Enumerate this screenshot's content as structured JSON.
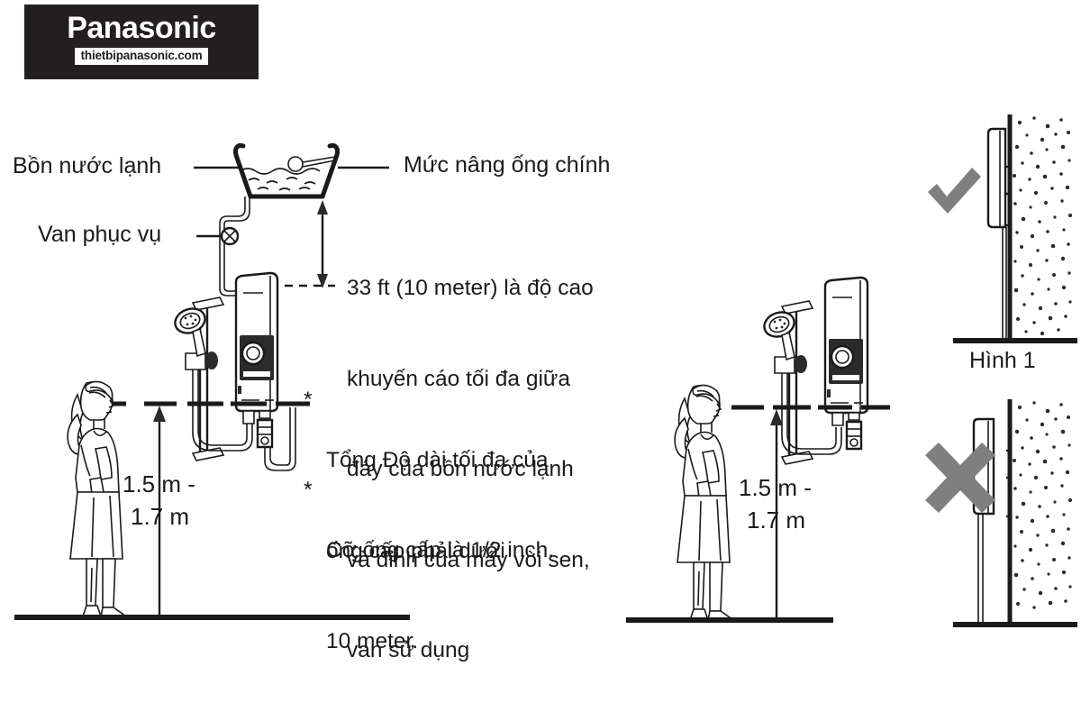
{
  "logo": {
    "brand": "Panasonic",
    "site": "thietbipanasonic.com"
  },
  "labels": {
    "cold_water_tank": "Bồn nước lạnh",
    "service_valve": "Van phục vụ",
    "main_pipe_lift_level": "Mức nâng ống chính"
  },
  "description": {
    "line1": "33 ft (10 meter) là độ cao",
    "line2": "khuyến cáo tối đa giữa",
    "line3": "đáy của bồn nước lạnh",
    "line4": "và đỉnh của máy vòi sen,",
    "line5": "van sử dụng"
  },
  "notes": [
    {
      "marker": "*",
      "line1": "Tổng Độ dài tối đa của",
      "line2": "ống cấp phải dưới",
      "line3": "10 meter."
    },
    {
      "marker": "*",
      "line1": "Cỡ ống cấp là 1/2 inch.",
      "line2": "",
      "line3": ""
    }
  ],
  "dimensions": {
    "height_line1": "1.5 m -",
    "height_line2": "1.7 m"
  },
  "figures": {
    "figure1_caption": "Hình 1",
    "correct_mark": "check-mark",
    "incorrect_mark": "cross-mark"
  },
  "colors": {
    "logo_background": "#231f20",
    "line": "#1a1a1a",
    "mark_gray": "#7f7f7f",
    "panel_dark": "#2b2b2b",
    "background": "#ffffff"
  }
}
